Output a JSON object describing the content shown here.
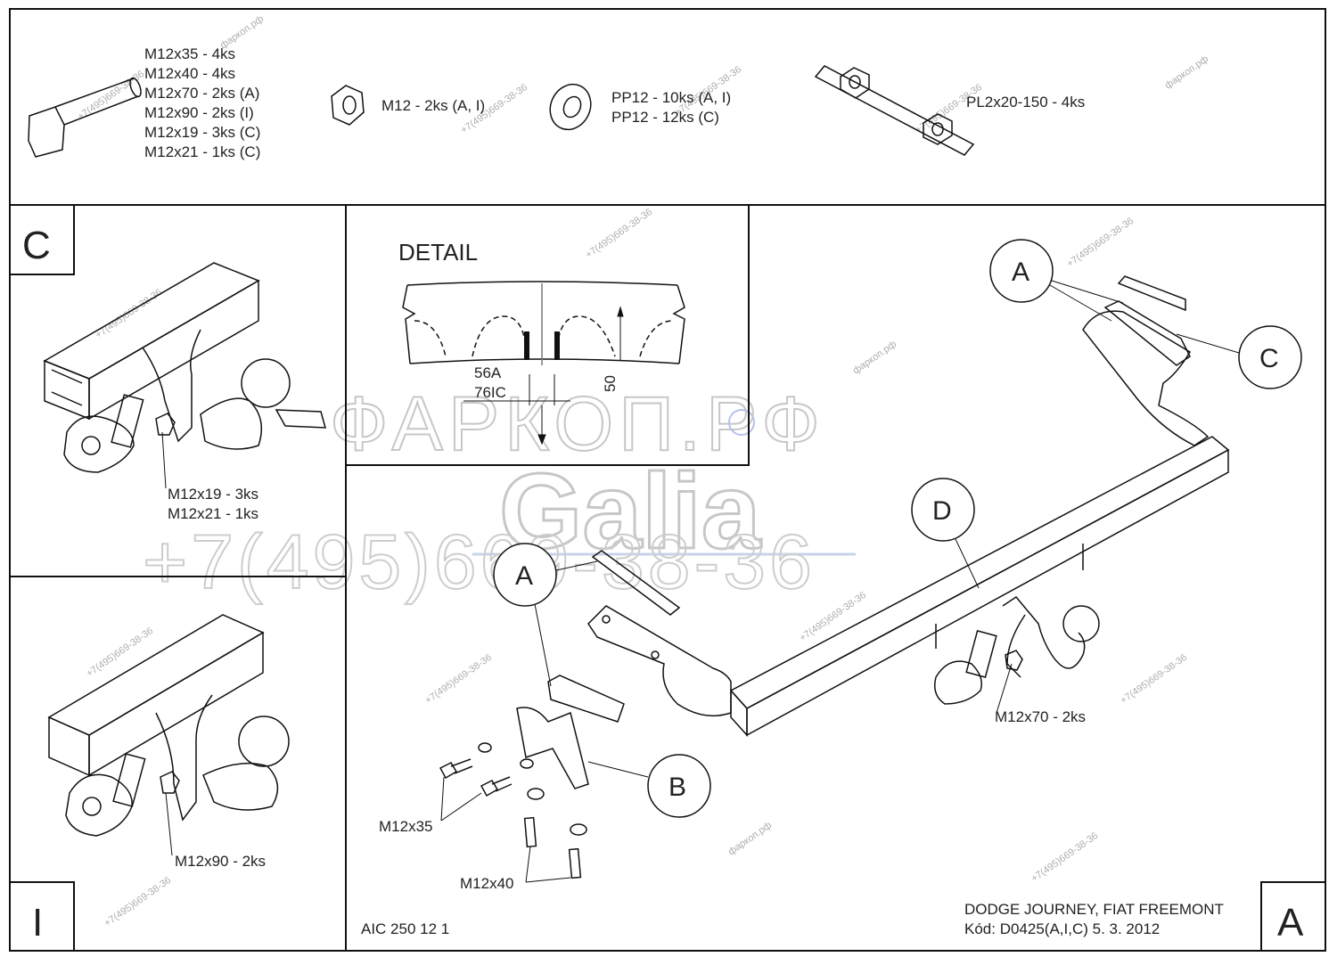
{
  "hardware": {
    "bolt_specs": [
      "M12x35 - 4ks",
      "M12x40 - 4ks",
      "M12x70 - 2ks (A)",
      "M12x90 - 2ks (I)",
      "M12x19 - 3ks (C)",
      "M12x21 - 1ks (C)"
    ],
    "nut_spec": "M12 - 2ks (A, I)",
    "washer_specs": [
      "PP12 - 10ks (A, I)",
      "PP12 - 12ks (C)"
    ],
    "plate_spec": "PL2x20-150 - 4ks"
  },
  "panel_c": {
    "corner_label": "C",
    "bolt_labels": [
      "M12x19 - 3ks",
      "M12x21 - 1ks"
    ]
  },
  "panel_i": {
    "corner_label": "I",
    "bolt_label": "M12x90 - 2ks"
  },
  "detail": {
    "title": "DETAIL",
    "dim_a": "56A",
    "dim_c": "76IC",
    "dim_height": "50"
  },
  "main": {
    "callouts": [
      "A",
      "C",
      "D",
      "A",
      "B"
    ],
    "bolt_m12x70": "M12x70 - 2ks",
    "bolt_m12x35": "M12x35",
    "bolt_m12x40": "M12x40",
    "product_code": "AIC 250 12 1",
    "vehicle": "DODGE JOURNEY, FIAT FREEMONT",
    "kod_line": "Kód: D0425(A,I,C)  5. 3. 2012",
    "corner_label": "A"
  },
  "watermark": {
    "brand": "ФАРКОП.РФ",
    "logo": "Galia",
    "phone_large": "+7(495)669-38-36",
    "stamp": "фаркоп.рф",
    "stamp_phone": "+7(495)669-38-36"
  }
}
